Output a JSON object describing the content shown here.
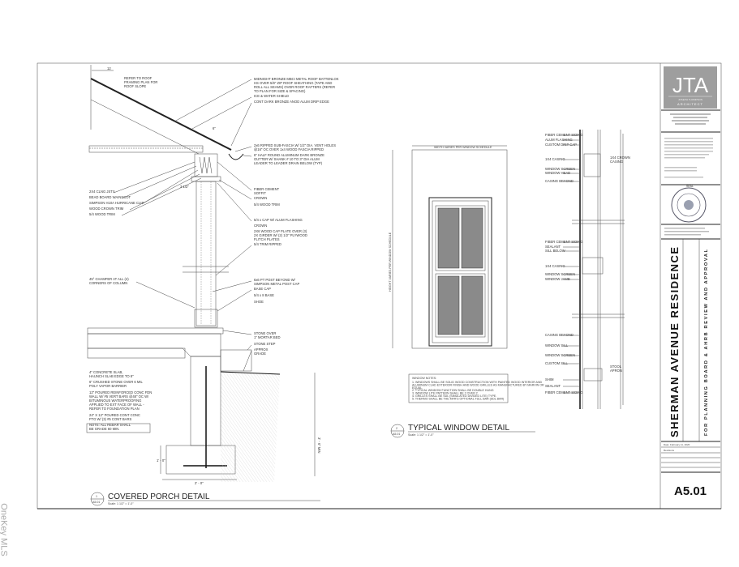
{
  "watermark": "OneKey MLS",
  "title_block": {
    "logo": "JTA",
    "logo_sub1": "JOSEPH THOMPSON",
    "logo_sub2": "ARCHITECT",
    "seal_label": "SEAL",
    "project": "SHERMAN AVENUE RESIDENCE",
    "purpose": "FOR PLANNING BOARD & AHRB REVIEW AND APPROVAL",
    "date": "Date: February 11, 2020",
    "revisions": "Revisions",
    "sheet_number": "A5.01"
  },
  "porch_detail": {
    "number": "1",
    "sheet_ref": "A5.01",
    "title": "COVERED PORCH DETAIL",
    "scale": "Scale: 1 1/2\" = 1'-0\"",
    "slope": "12",
    "dims": [
      "6\"",
      "3 1/2\"",
      "2' - 0\"",
      "1' - 0\"",
      "3' - 6\" MIN"
    ],
    "labels_left": [
      "REFER TO ROOF",
      "FRAMING PLAN FOR",
      "ROOF SLOPE",
      "2X4 CLNG JSTS",
      "BEAD BOARD WAINSCOT",
      "SIMPSON H10A HURRICANE CLIP",
      "WOOD CROWN TRIM",
      "5/4 WOOD TRIM",
      "45° CHAMFER AT ALL (4)",
      "CORNERS OF COLUMN",
      "4\" CONCRETE SLAB,",
      "HAUNCH SLAB EDGE TO 8\"",
      "6\" CRUSHED STONE OVER 6 MIL",
      "POLY VAPOR BARRIER",
      "12\" POURED REINFORCED CONC FDN",
      "WALL W/ #5 VERT BARS @48\" OC W/",
      "BITUMINOUS WATERPROOFING",
      "APPLIED TO EXT FACE OF WALL -",
      "REFER TO FOUNDATION PLAN",
      "24\" X 12\" POURED CONT CONC",
      "FTG W/ (3) #5 CONT BARS",
      "NOTE: ALL REBAR SHALL",
      "BE GRADE 60 MIN."
    ],
    "labels_right": [
      "MIDNIGHT BRONZE MBCI METAL ROOF BATTENLOK",
      "HS OVER 5/8\" ZIP ROOF SHEATHING (TAPE AND",
      "ROLL ALL SEAMS) OVER ROOF RAFTERS (REFER",
      "TO PLAN FOR SIZE & SPACING)",
      "ICE & WATER SHIELD",
      "CONT DARK BRONZE ANOD ALUM DRIP EDGE",
      "2x6 RIPPED SUB-FASCIA W/ 1/2\" DIA. VENT HOLES",
      "@16\" OC OVER 1x4 WOOD FASCIA RIPPED",
      "6\" HALF ROUND ALUMINUM DARK BRONZE",
      "GUTTER W/ SHANK # 10 TO 3\" DIA ALUM",
      "LEADER TO LEADER DRAIN BELOW (TYP)",
      "FIBER CEMENT",
      "SOFFIT",
      "CROWN",
      "5/4 WOOD TRIM",
      "5/4 x CAP W/ ALUM FLASHING",
      "CROWN",
      "2X6 WOOD CAP PLATE OVER (3)",
      "2X GIRDER W/ (2) 1/2\" PLYWOOD",
      "FLITCH PLATES",
      "5/4 TRIM RIPPED",
      "6x6 PT POST BEYOND W/",
      "SIMPSON METAL POST CAP",
      "BASE CAP",
      "5/4 x 8 BASE",
      "SHOE",
      "STONE OVER",
      "1\" MORTAR BED",
      "STONE STEP",
      "APPROX",
      "GRADE"
    ]
  },
  "window_detail": {
    "number": "2",
    "sheet_ref": "A5.01",
    "title": "TYPICAL WINDOW DETAIL",
    "scale": "Scale: 1 1/2\" = 1'-0\"",
    "width_dim": "WIDTH VARIES PER WINDOW SCHEDULE",
    "height_dim": "HEIGHT VARIES PER WINDOW SCHEDULE",
    "notes_title": "WINDOW NOTES:",
    "notes": [
      "1.  WINDOWS SHALL BE SOLID WOOD CONSTRUCTION WITH PAINTED WOOD INTERIOR AND",
      "     ALUMINUM CLAD EXTERIOR FINISH AND WOOD GRILLES AS MANUFACTURED BY MARVIN OR",
      "     EQUAL.",
      "2.  TYPICAL WINDOW FUNCTION SHALL BE DOUBLE HUNG",
      "3.  WINDOW LITE PATTERN SHALL BE 2 OVER 2",
      "4.  GRILLES SHALL BE SDL (SIMULATED DIVIDED LITE) TYPE.",
      "5.  THERMO SHALL BE THE MFR'S OPTIONAL FULL BAR (SDL BAR)"
    ]
  },
  "section_detail": {
    "labels": [
      "FIBER CEMENT SIDING",
      "ALUM FLASHING",
      "CUSTOM DRIP CAP",
      "1X4 CASING",
      "WINDOW SCREEN",
      "WINDOW HEAD",
      "CASING BEYOND",
      "FIBER CEMENT SIDING",
      "SEALANT",
      "SILL BELOW",
      "1X4 CASING",
      "WINDOW SCREEN",
      "WINDOW JAMB",
      "CASING BEYOND",
      "WINDOW SILL",
      "WINDOW SCREEN",
      "CUSTOM SILL",
      "SHIM",
      "SEALANT",
      "FIBER CEMENT SIDING"
    ],
    "right_labels": [
      "1X4 CROWN",
      "CASING",
      "STOOL",
      "APRON"
    ]
  }
}
